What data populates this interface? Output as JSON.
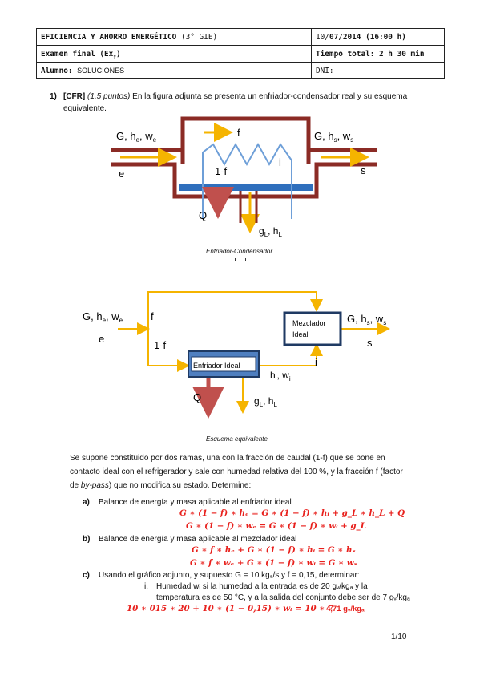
{
  "header": {
    "course": "EFICIENCIA Y AHORRO ENERGÉTICO",
    "group": "(3° GIE)",
    "date_prefix": "10/",
    "date_rest": "07/2014 (16:00 h)",
    "exam": "Examen final (Ex",
    "exam_sub": "f",
    "exam_close": ")",
    "total_time": "Tiempo total: 2 h 30 min",
    "student_label": "Alumno:",
    "student_value": "SOLUCIONES",
    "dni_label": "DNI:"
  },
  "question1": {
    "number": "1)",
    "tag": "[CFR]",
    "points": "(1,5 puntos)",
    "text1": "En la figura adjunta se presenta un enfriador-condensador real y su esquema",
    "text2": "equivalente."
  },
  "figure1": {
    "inlet": "G, h",
    "inlet_e": "e",
    "inlet_w": ", w",
    "inlet_we": "e",
    "outlet": "G, h",
    "outlet_s": "s",
    "outlet_w": ", w",
    "outlet_ws": "s",
    "label_f": "f",
    "label_1f": "1-f",
    "label_i": "i",
    "label_e": "e",
    "label_s": "s",
    "label_Q": "Q",
    "label_gL": "g",
    "label_gL_sub": "L",
    "label_hL": ", h",
    "label_hL_sub": "L",
    "caption": "Enfriador-Condensador"
  },
  "figure2": {
    "inlet": "G, h",
    "inlet_e": "e",
    "inlet_w": ", w",
    "inlet_we": "e",
    "label_e": "e",
    "label_f": "f",
    "label_1f": "1-f",
    "mixer1": "Mezclador",
    "mixer2": "Ideal",
    "outlet": "G, h",
    "outlet_s": "s",
    "outlet_w": ", w",
    "outlet_ws": "s",
    "label_s": "s",
    "cooler": "Enfriador Ideal",
    "label_i": "i",
    "hi": "h",
    "hi_sub": "i",
    "wi": ", w",
    "wi_sub": "i",
    "label_Q": "Q",
    "gL": "g",
    "gL_sub": "L",
    "hL": ", h",
    "hL_sub": "L",
    "caption": "Esquema equivalente"
  },
  "intro": {
    "line1": "Se supone constituido por dos ramas, una con la fracción de caudal (1-f) que se pone en",
    "line2": "contacto ideal con el refrigerador y sale con humedad relativa del 100 %, y la fracción f (factor",
    "line3_a": "de ",
    "line3_it": "by-pass",
    "line3_b": ") que no modifica su estado. Determine:"
  },
  "parts": {
    "a_label": "a)",
    "a_text": "Balance de energía y masa aplicable al enfriador ideal",
    "a_eq1": "G ∗ (1 − f) ∗ hₑ = G ∗ (1 − f) ∗ hᵢ + g_L ∗ h_L + Q",
    "a_eq2": "G ∗ (1 − f) ∗ wₑ = G ∗ (1 − f) ∗ wᵢ + g_L",
    "b_label": "b)",
    "b_text": "Balance de energía y masa aplicable al mezclador ideal",
    "b_eq1": "G ∗ f ∗ hₑ + G ∗ (1 − f) ∗ hᵢ = G ∗ hₛ",
    "b_eq2": "G ∗ f ∗ wₑ + G ∗ (1 − f) ∗ wᵢ = G ∗ wₛ",
    "c_label": "c)",
    "c_text": "Usando el gráfico adjunto, y supuesto G = 10 kgₐ/s y f = 0,15, determinar:",
    "c_i_label": "i.",
    "c_i_line1": "Humedad wᵢ si la humedad a la entrada es de 20 gᵥ/kgₐ y la",
    "c_i_line2": "temperatura es de 50 °C, y a la salida del conjunto debe ser de 7 gᵥ/kgₐ",
    "c_eq": "10 ∗ 015 ∗ 20 + 10 ∗ (1 − 0,15) ∗ wᵢ = 10 ∗ 7",
    "c_result": "4,71 gᵥ/kgₐ"
  },
  "page_number": "1/10",
  "colors": {
    "duct": "#8b2b25",
    "arrow": "#f5b400",
    "coil": "#6e9fd8",
    "water": "#2f6fbd",
    "heat": "#c0504d",
    "formula": "#e8201c",
    "box_border": "#1f3a63",
    "box_fill": "#4f7fc0"
  }
}
